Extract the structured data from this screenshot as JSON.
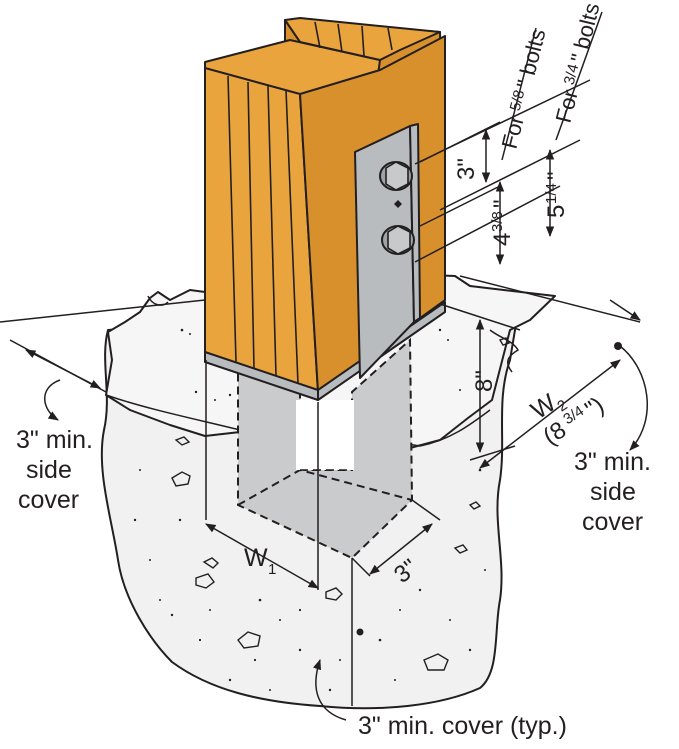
{
  "labels": {
    "side_cover_left": [
      "3\" min.",
      "side",
      "cover"
    ],
    "side_cover_right": [
      "3\" min.",
      "side",
      "cover"
    ],
    "bottom_cover": "3\" min. cover (typ.)",
    "w1": "W",
    "w1_sub": "1",
    "w2": "W",
    "w2_sub": "2",
    "w2_alt": "(8",
    "w2_alt_frac": "3/4",
    "w2_alt_close": "\")",
    "dim_8": "8\"",
    "dim_3_top": "3\"",
    "dim_3_bottom": "3\"",
    "dim_4_3_8_whole": "4",
    "dim_4_3_8_frac": "3/8",
    "dim_4_3_8_mark": "\"",
    "dim_5_1_4_whole": "5",
    "dim_5_1_4_frac": "1/4",
    "dim_5_1_4_mark": "\"",
    "bolts_5_8_pre": "For ",
    "bolts_5_8_frac": "5/8",
    "bolts_5_8_post": "\" bolts",
    "bolts_3_4_pre": "For ",
    "bolts_3_4_frac": "3/4",
    "bolts_3_4_post": "\" bolts"
  },
  "colors": {
    "wood": "#e9a43d",
    "steel": "#b9bcbe",
    "concrete": "#f1f1f1",
    "ink": "#231f20"
  }
}
